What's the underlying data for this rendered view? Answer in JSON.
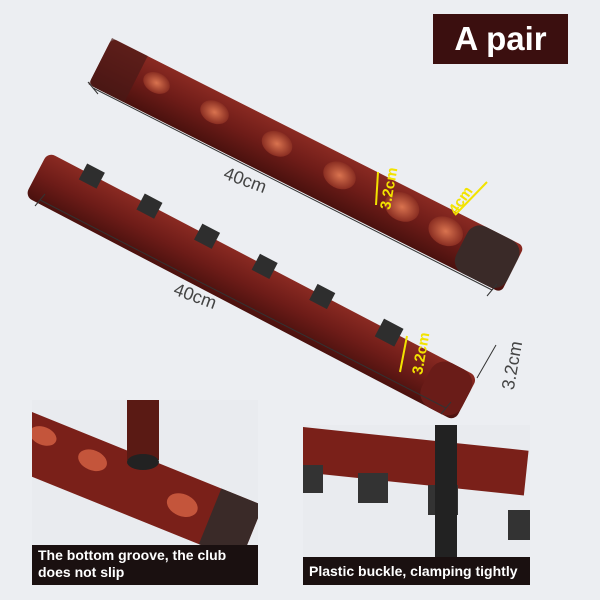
{
  "badge": {
    "label": "A pair"
  },
  "dimensions": {
    "top_length": "40cm",
    "bottom_length": "40cm",
    "top_height": "3.2cm",
    "top_width": "4cm",
    "bottom_height": "3.2cm",
    "bottom_depth": "3.2cm"
  },
  "captions": {
    "left": "The bottom groove, the club does not slip",
    "right": "Plastic buckle, clamping tightly"
  },
  "colors": {
    "wood": "#6e1c18",
    "badge": "#3b0f0f",
    "dim_text": "#f2e300"
  }
}
